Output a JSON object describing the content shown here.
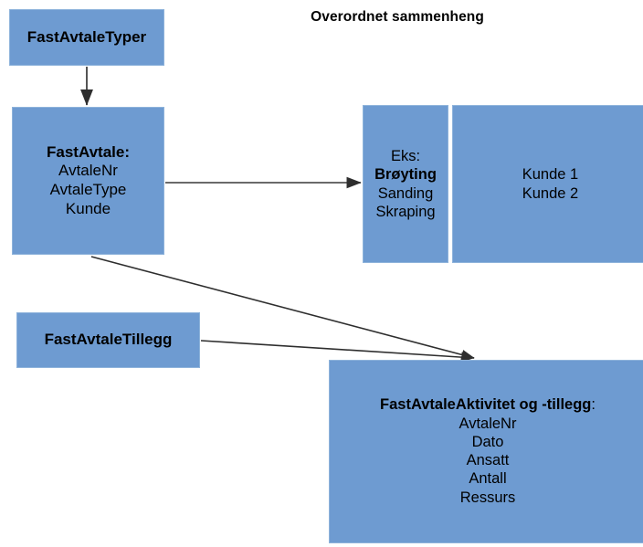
{
  "title": "Overordnet sammenheng",
  "theme": {
    "node_fill": "#6E9BD1",
    "node_border": "#8EB3DB",
    "background": "#FFFFFF",
    "text": "#000000",
    "edge": "#3A3A3A"
  },
  "nodes": {
    "fastavtaletyper": {
      "label": "FastAvtaleTyper"
    },
    "fastavtale": {
      "header": "FastAvtale:",
      "fields": [
        "AvtaleNr",
        "AvtaleType",
        "Kunde"
      ]
    },
    "eks": {
      "header": "Eks:",
      "highlight": "Brøyting",
      "items": [
        "Sanding",
        "Skraping"
      ]
    },
    "kunde": {
      "items": [
        "Kunde 1",
        "Kunde 2"
      ]
    },
    "fastavtaletillegg": {
      "label": "FastAvtaleTillegg"
    },
    "fastavtaleaktivitet": {
      "header_line1": "FastAvtaleAktivitet og",
      "header_line2": "-tillegg",
      "header_colon": ":",
      "fields": [
        "AvtaleNr",
        "Dato",
        "Ansatt",
        "Antall",
        "Ressurs"
      ]
    }
  },
  "edges": [
    {
      "name": "fastavtaletyper-to-fastavtale",
      "from": "fastavtaletyper",
      "to": "fastavtale"
    },
    {
      "name": "fastavtale-to-eks",
      "from": "fastavtale",
      "to": "eks"
    },
    {
      "name": "fastavtale-to-fastavtaleaktivitet",
      "from": "fastavtale",
      "to": "fastavtaleaktivitet"
    },
    {
      "name": "fastavtaletillegg-to-fastavtaleaktivitet",
      "from": "fastavtaletillegg",
      "to": "fastavtaleaktivitet"
    }
  ]
}
